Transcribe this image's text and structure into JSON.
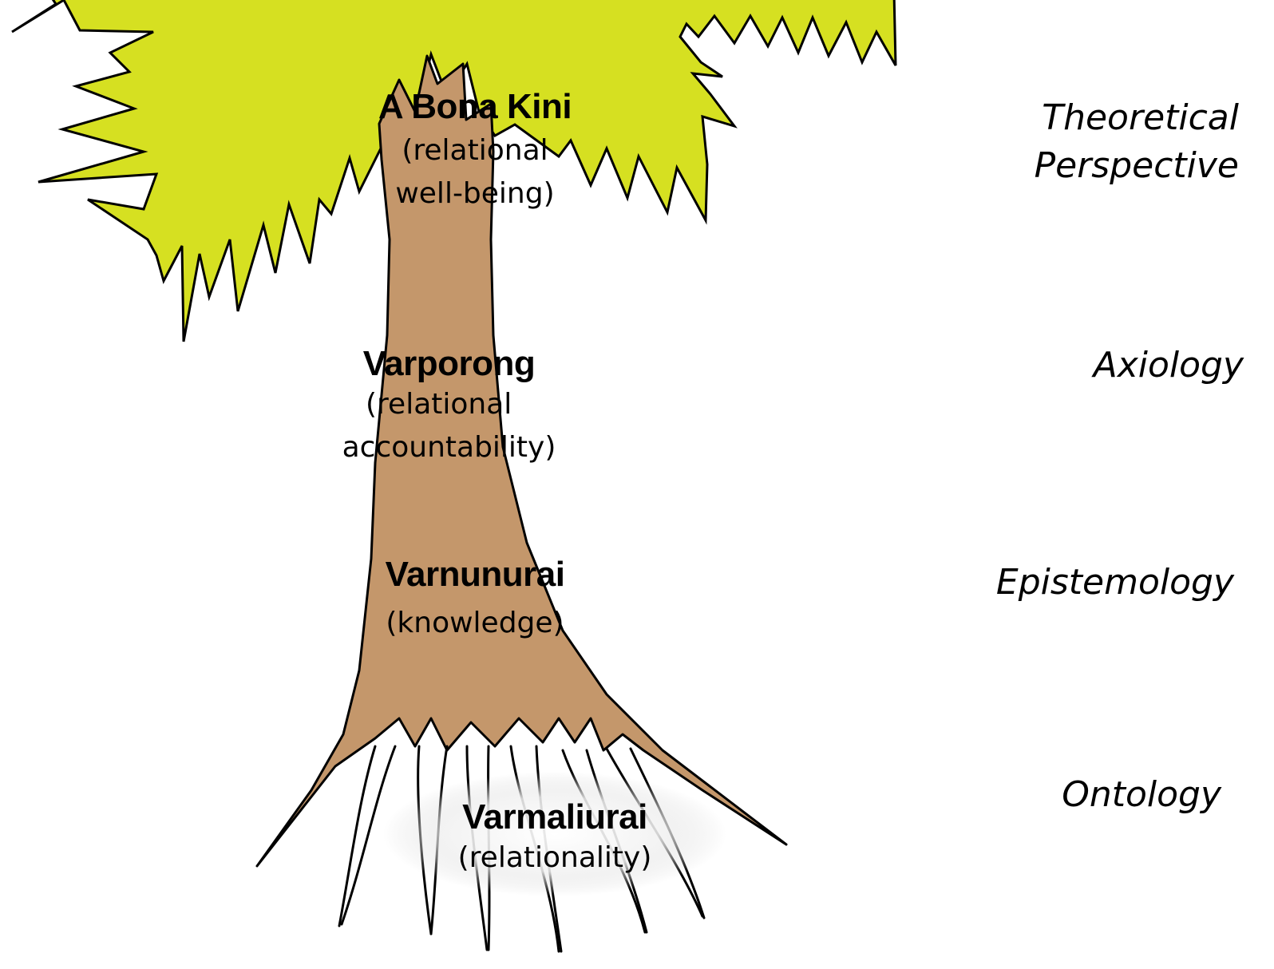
{
  "colors": {
    "canopy": "#d6e021",
    "trunk": "#c4976b",
    "outline": "#000000",
    "ground_glow": "#d9d9d9"
  },
  "tree_levels": [
    {
      "term": "A Bona Kini",
      "gloss_line1": "(relational",
      "gloss_line2": "well-being)"
    },
    {
      "term": "Varporong",
      "gloss_line1": "(relational",
      "gloss_line2": "accountability)"
    },
    {
      "term": "Varnunurai",
      "gloss_line1": "(knowledge)"
    },
    {
      "term": "Varmaliurai",
      "gloss_line1": "(relationality)"
    }
  ],
  "paradigm_layers": [
    {
      "line1": "Theoretical",
      "line2": "Perspective"
    },
    {
      "line1": "Axiology"
    },
    {
      "line1": "Epistemology"
    },
    {
      "line1": "Ontology"
    }
  ]
}
